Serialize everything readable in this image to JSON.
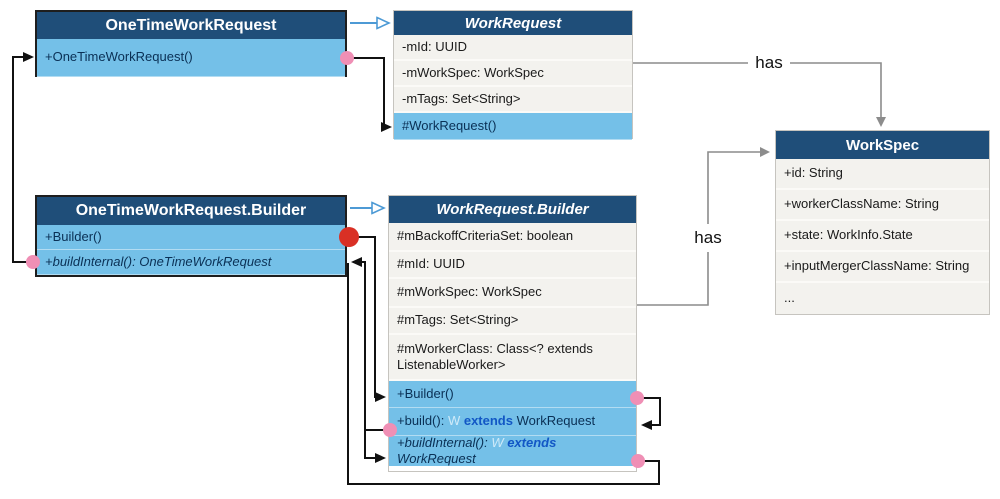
{
  "labels": {
    "has_top": "has",
    "has_bottom": "has"
  },
  "colors": {
    "header_blue": "#1f4e79",
    "highlight_blue": "#74c0e8",
    "extends_keyword_blue": "#1257c5",
    "pink_dot": "#ef8fb5",
    "red_dot": "#d93025",
    "gray_line": "#8c8c8c",
    "inherit_arrow_blue": "#4d9ad5"
  },
  "boxes": {
    "otwr": {
      "title": "OneTimeWorkRequest",
      "ctor": "+OneTimeWorkRequest()"
    },
    "wr": {
      "title": "WorkRequest",
      "fields": [
        "-mId: UUID",
        "-mWorkSpec: WorkSpec",
        "-mTags: Set<String>"
      ],
      "ctor": "#WorkRequest()"
    },
    "ws": {
      "title": "WorkSpec",
      "fields": [
        "+id: String",
        "+workerClassName: String",
        "+state: WorkInfo.State",
        "+inputMergerClassName: String",
        "..."
      ]
    },
    "otwrb": {
      "title": "OneTimeWorkRequest.Builder",
      "builder": "+Builder()",
      "buildInternal": "+buildInternal(): OneTimeWorkRequest"
    },
    "wrb": {
      "title": "WorkRequest.Builder",
      "fields": [
        "#mBackoffCriteriaSet: boolean",
        "#mId: UUID",
        "#mWorkSpec: WorkSpec",
        "#mTags: Set<String>",
        "#mWorkerClass: Class<? extends ListenableWorker>"
      ],
      "builder": "+Builder()",
      "build": {
        "prefix": "+build(): ",
        "typevar": "W",
        "extends_kw": " extends ",
        "type": "WorkRequest"
      },
      "buildInternal": {
        "prefix": "+buildInternal(): ",
        "typevar": "W",
        "extends_kw": " extends ",
        "type": "WorkRequest"
      }
    }
  }
}
